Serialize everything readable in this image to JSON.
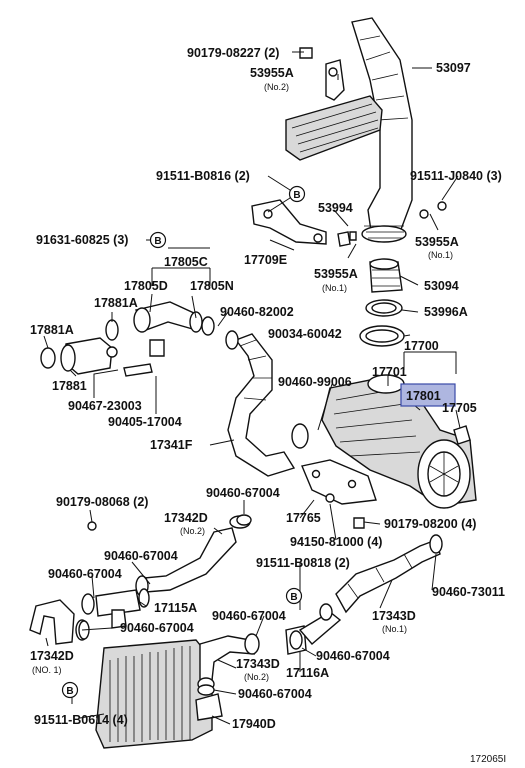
{
  "diagram": {
    "reference_number": "172065I"
  },
  "labels": {
    "p90179_08227": "90179-08227 (2)",
    "p53955A_top": "53955A",
    "p53955A_top_sub": "(No.2)",
    "p53097": "53097",
    "p91511_B0816": "91511-B0816 (2)",
    "p91511_J0840": "91511-J0840 (3)",
    "p53994": "53994",
    "p53955A_right": "53955A",
    "p53955A_right_sub": "(No.1)",
    "p91631_60825": "91631-60825 (3)",
    "p17709E": "17709E",
    "p53955A_mid": "53955A",
    "p53955A_mid_sub": "(No.1)",
    "p17805C": "17805C",
    "p53094": "53094",
    "p17805D": "17805D",
    "p17805N": "17805N",
    "p17881A_a": "17881A",
    "p90460_82002": "90460-82002",
    "p53996A": "53996A",
    "p17881A_b": "17881A",
    "p90034_60042": "90034-60042",
    "p17700": "17700",
    "p17881": "17881",
    "p17701": "17701",
    "p90460_99006": "90460-99006",
    "p90467_23003": "90467-23003",
    "p17801": "17801",
    "p17705": "17705",
    "p90405_17004": "90405-17004",
    "p17341F": "17341F",
    "p90460_67004_a": "90460-67004",
    "p90179_08068": "90179-08068 (2)",
    "p17342D_a": "17342D",
    "p17342D_a_sub": "(No.2)",
    "p17765": "17765",
    "p90179_08200": "90179-08200 (4)",
    "p94150_81000": "94150-81000 (4)",
    "p90460_67004_b": "90460-67004",
    "p91511_B0818": "91511-B0818 (2)",
    "p90460_67004_c": "90460-67004",
    "p90460_73011": "90460-73011",
    "p17115A": "17115A",
    "p90460_67004_d": "90460-67004",
    "p17343D_a": "17343D",
    "p17343D_a_sub": "(No.1)",
    "p90460_67004_e": "90460-67004",
    "p17342D_b": "17342D",
    "p17342D_b_sub": "(NO. 1)",
    "p17343D_b": "17343D",
    "p17343D_b_sub": "(No.2)",
    "p90460_67004_f": "90460-67004",
    "p17116A": "17116A",
    "p90460_67004_g": "90460-67004",
    "p91511_B0614": "91511-B0614 (4)",
    "p17940D": "17940D"
  },
  "callouts": {
    "circle_b": "B"
  },
  "colors": {
    "highlight": "#aeb6e0",
    "ink": "#111111"
  }
}
